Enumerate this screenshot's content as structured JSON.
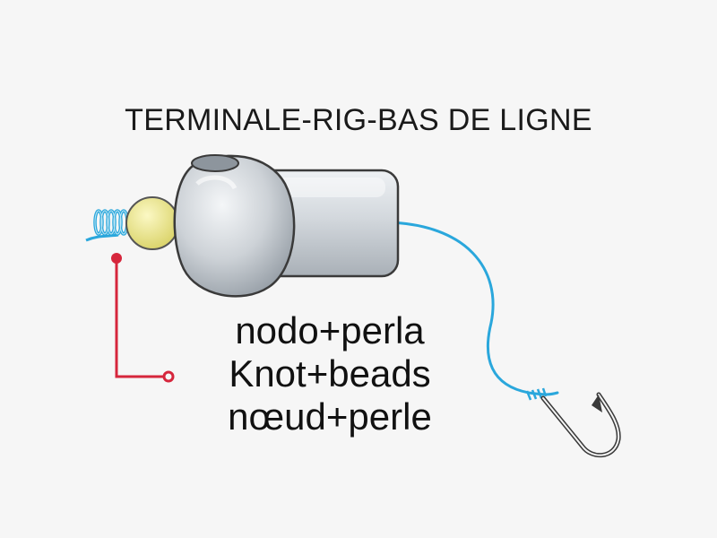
{
  "title": "TERMINALE-RIG-BAS DE LIGNE",
  "labels": {
    "italian": "nodo+perla",
    "english": "Knot+beads",
    "french": "nœud+perle"
  },
  "colors": {
    "line": "#2aa7dc",
    "pointer": "#d6263c",
    "bead": "#efe98a",
    "weight": "#c9ced4",
    "background": "#f6f6f6"
  },
  "icons": {
    "knot": "knot-coil-icon",
    "bead": "bead-icon",
    "weight": "sinker-weight-icon",
    "hook": "fish-hook-icon"
  }
}
